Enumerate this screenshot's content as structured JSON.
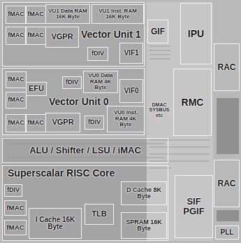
{
  "diagram": {
    "nodes": [
      {
        "text": [
          "Vector Unit 1"
        ]
      },
      {
        "text": [
          "fMAC"
        ],
        "in": 0
      },
      {
        "text": [
          "fMAC"
        ],
        "in": 0
      },
      {
        "text": [
          "VU1 Data RAM 16K Byte"
        ],
        "in": 0
      },
      {
        "text": [
          "VU1 Inst. RAM 16K Byte"
        ],
        "in": 0
      },
      {
        "text": [
          "fMAC"
        ],
        "in": 0
      },
      {
        "text": [
          "fMAC"
        ],
        "in": 0
      },
      {
        "text": [
          "VGPR"
        ],
        "in": 0
      },
      {
        "text": [
          "fDIV"
        ],
        "in": 0
      },
      {
        "text": [
          "VIF1"
        ],
        "in": 0
      },
      {
        "text": [
          "GIF"
        ]
      },
      {
        "text": [
          "IPU"
        ]
      },
      {
        "text": [
          "Vector Unit 0"
        ]
      },
      {
        "text": [
          "fMAC"
        ],
        "in": 12
      },
      {
        "text": [
          "EFU"
        ],
        "in": 12
      },
      {
        "text": [
          "VU0 Data RAM 4K Byte"
        ],
        "in": 12
      },
      {
        "text": [
          "fDIV"
        ],
        "in": 12
      },
      {
        "text": [
          "fMAC"
        ],
        "in": 12
      },
      {
        "text": [
          "VGPR"
        ],
        "in": 12
      },
      {
        "text": [
          "fDIV"
        ],
        "in": 12
      },
      {
        "text": [
          "VU0 Inst. RAM 4K Byte"
        ],
        "in": 12
      },
      {
        "text": [
          "VIF0"
        ],
        "in": 12
      },
      {
        "text": [
          "fMAC"
        ],
        "in": 12
      },
      {
        "text": [
          "fMAC"
        ],
        "in": 12
      },
      {
        "text": [
          "RMC"
        ]
      },
      {
        "text": [
          "RAC"
        ]
      },
      {
        "text": [
          "ALU / Shifter / LSU / iMAC"
        ]
      },
      {
        "text": [
          "Superscalar RISC Core"
        ]
      },
      {
        "text": [
          "fDIV"
        ],
        "in": 27
      },
      {
        "text": [
          "D Cache 8K Byte"
        ],
        "in": 27
      },
      {
        "text": [
          "fMAC"
        ],
        "in": 27
      },
      {
        "text": [
          "TLB"
        ],
        "in": 27
      },
      {
        "text": [
          "fMAC"
        ],
        "in": 27
      },
      {
        "text": [
          "I Cache 16K Byte"
        ],
        "in": 27
      },
      {
        "text": [
          "SPRAM 16K Byte"
        ],
        "in": 27
      },
      {
        "text": [
          "RAC"
        ]
      },
      {
        "text": [
          "SIF PGIF"
        ]
      },
      {
        "text": [
          "PLL"
        ]
      }
    ],
    "labels": [
      "DMAC SYSBUS etc"
    ]
  }
}
